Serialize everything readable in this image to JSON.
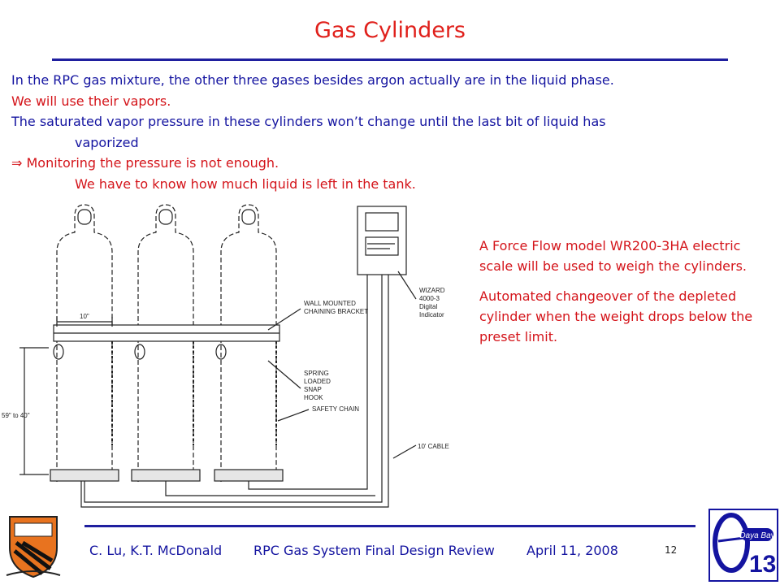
{
  "slide": {
    "title": "Gas Cylinders",
    "lines": [
      "In the RPC gas mixture, the other three gases besides argon actually are in the liquid phase.",
      "We will use their vapors.",
      "The saturated vapor pressure in these cylinders won’t change until the last bit of liquid has",
      "vaporized",
      "Monitoring the pressure is not enough.",
      "We have to know how much liquid is left in the tank."
    ],
    "implies_symbol": "⇒",
    "side_text": [
      "A Force Flow model WR200-3HA electric scale will be used to weigh the cylinders.",
      "Automated changeover of the depleted cylinder when the weight drops below the preset limit."
    ]
  },
  "diagram": {
    "label_width": "10\"",
    "label_height": "59\" to 40\"",
    "label_bracket": [
      "WALL MOUNTED",
      "CHAINING BRACKET"
    ],
    "label_hook": [
      "SPRING",
      "LOADED",
      "SNAP",
      "HOOK"
    ],
    "label_chain": "SAFETY CHAIN",
    "label_indicator": [
      "WIZARD",
      "4000-3",
      "Digital",
      "Indicator"
    ],
    "label_cable": "10' CABLE"
  },
  "footer": {
    "authors": "C. Lu, K.T. McDonald",
    "event": "RPC Gas System Final Design Review",
    "date": "April 11, 2008",
    "page": "12"
  },
  "logos": {
    "right_text": "Daya Bay",
    "right_number": "13"
  },
  "colors": {
    "title": "#e0201b",
    "blue_text": "#1414a0",
    "red_text": "#d4141a",
    "rule": "#1f1f9f",
    "princeton_orange": "#e8731f"
  }
}
